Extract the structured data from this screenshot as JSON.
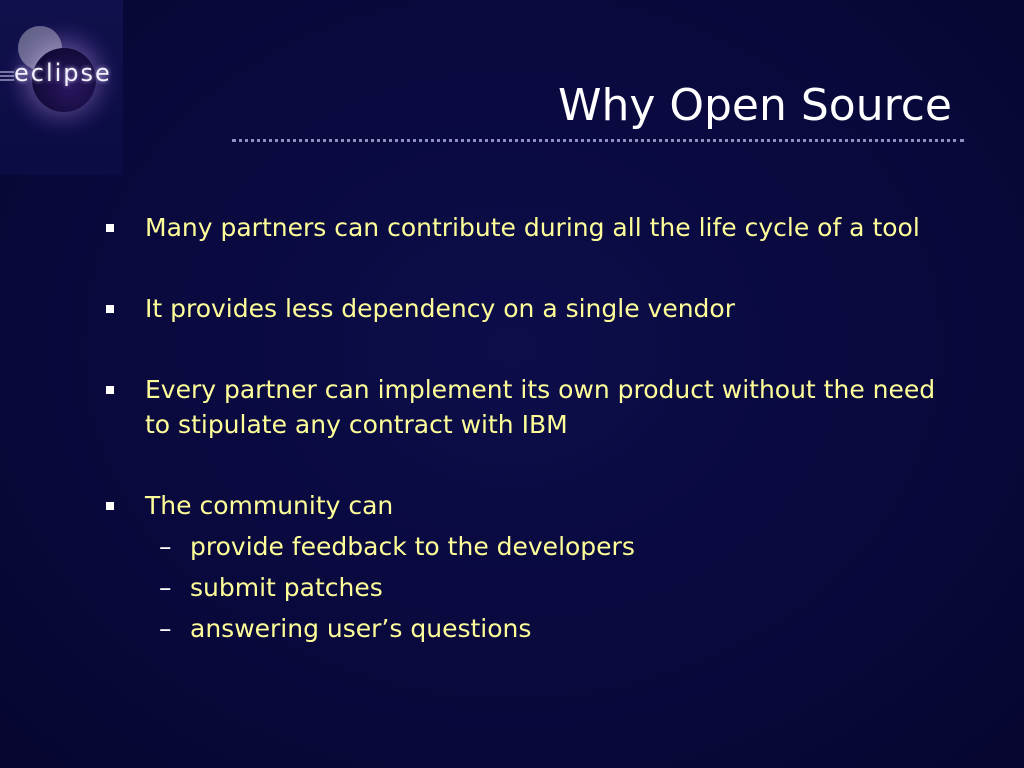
{
  "logo": {
    "text": "eclipse",
    "icon": "eclipse-logo-icon"
  },
  "title": "Why Open Source",
  "bullets": [
    {
      "text": "Many partners can contribute during all the life cycle of a tool"
    },
    {
      "text": "It provides less dependency on a single vendor"
    },
    {
      "text": "Every partner can implement its own product without the need to stipulate any contract with IBM"
    },
    {
      "text": "The community can"
    }
  ],
  "sub_bullets": [
    {
      "dash": "–",
      "text": "provide feedback to the developers"
    },
    {
      "dash": "–",
      "text": "submit patches"
    },
    {
      "dash": "–",
      "text": "answering user’s questions"
    }
  ],
  "colors": {
    "background": "#0a0a3f",
    "title": "#ffffff",
    "bullet_text": "#ffff99",
    "rule": "#8f8fc2"
  }
}
